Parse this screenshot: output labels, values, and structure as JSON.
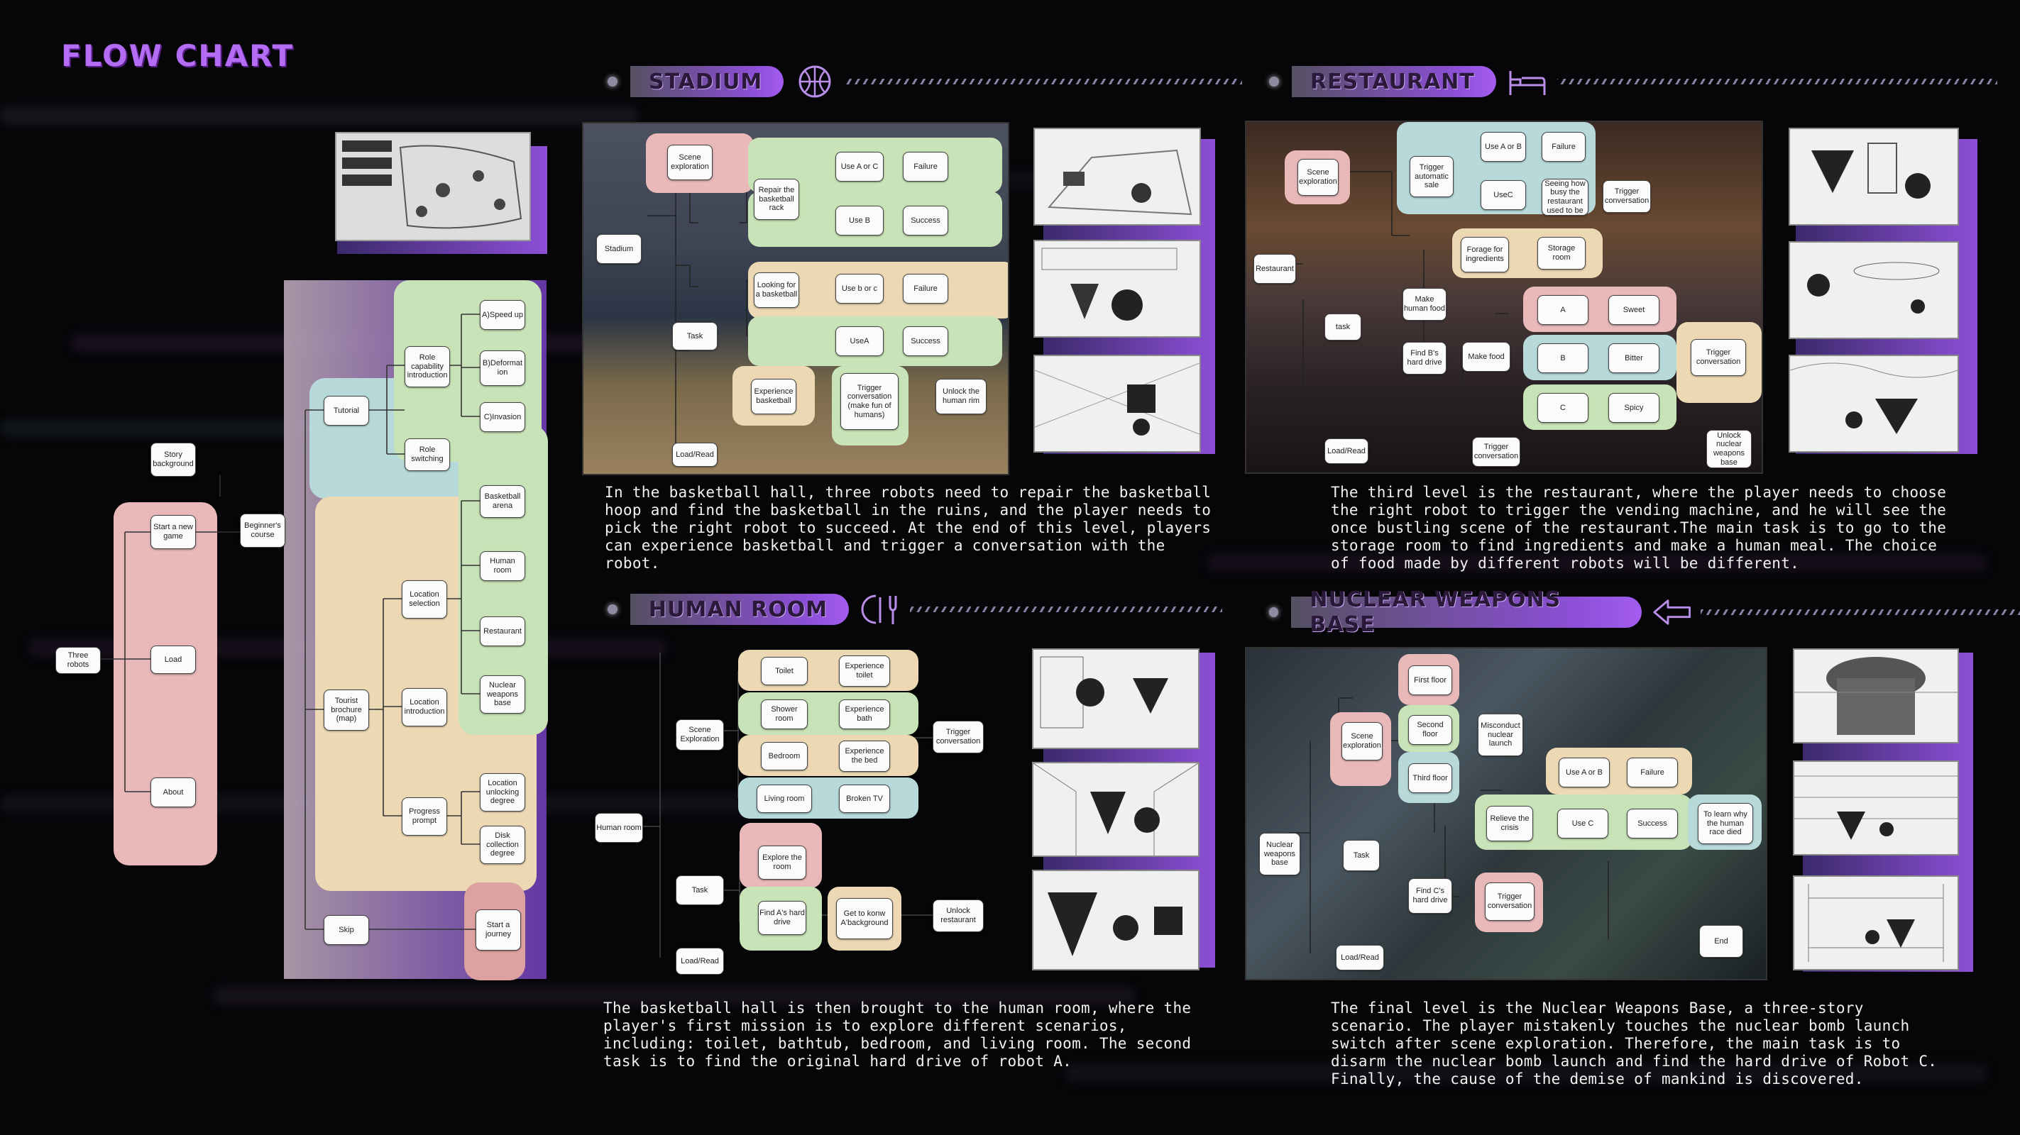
{
  "title": "FLOW CHART",
  "colors": {
    "accent": "#a35cf0",
    "pink": "#e9b8b8",
    "green": "#c8e3b7",
    "blue": "#b7d9da",
    "tan": "#ecd9b4"
  },
  "main_flow": {
    "three_robots": "Three robots",
    "story_background": "Story background",
    "start_new_game": "Start a new game",
    "load": "Load",
    "about": "About",
    "beginners_course": "Beginner's course",
    "tutorial": "Tutorial",
    "role_capability": "Role capability introduction",
    "role_switching": "Role switching",
    "a_speed_up": "A)Speed up",
    "b_deformation": "B)Deformat ion",
    "c_invasion": "C)Invasion",
    "tourist_brochure": "Tourist brochure (map)",
    "location_selection": "Location selection",
    "location_introduction": "Location introduction",
    "progress_prompt": "Progress prompt",
    "basketball_arena": "Basketball arena",
    "human_room": "Human room",
    "restaurant": "Restaurant",
    "nuclear_base": "Nuclear weapons base",
    "location_unlocking": "Location unlocking degree",
    "disk_collection": "Disk collection degree",
    "skip": "Skip",
    "start_journey": "Start a journey"
  },
  "stadium": {
    "header": "STADIUM",
    "icon": "basketball-icon",
    "nodes": {
      "scene": "Scene exploration",
      "stadium": "Stadium",
      "task": "Task",
      "load": "Load/Read",
      "repair": "Repair the basketball rack",
      "use_ac": "Use A or C",
      "failure1": "Failure",
      "use_b": "Use B",
      "success1": "Success",
      "looking": "Looking for a basketball",
      "use_bc": "Use b or c",
      "failure2": "Failure",
      "use_a": "UseA",
      "success2": "Success",
      "experience": "Experience basketball",
      "trigger": "Trigger conversation (make fun of humans)",
      "unlock": "Unlock the human rim"
    },
    "text": "In the basketball hall, three robots need to repair the basketball hoop and find the basketball in the ruins, and the player needs to pick the right robot to succeed. At the end of this level, players can experience basketball and trigger a conversation with the robot."
  },
  "restaurant": {
    "header": "RESTAURANT",
    "icon": "bed-icon",
    "nodes": {
      "scene": "Scene exploration",
      "restaurant": "Restaurant",
      "task": "task",
      "load": "Load/Read",
      "trigger_sale": "Trigger automatic sale",
      "use_ab": "Use A or B",
      "failure": "Failure",
      "use_c": "UseC",
      "seeing": "Seeing how busy the restaurant used to be",
      "trigger_conv1": "Trigger conversation",
      "forage": "Forage for ingredients",
      "storage": "Storage room",
      "make_human": "Make human food",
      "a": "A",
      "sweet": "Sweet",
      "find_b": "Find B's hard drive",
      "make_food": "Make food",
      "b": "B",
      "bitter": "Bitter",
      "trigger_conv2": "Trigger conversation",
      "c": "C",
      "spicy": "Spicy",
      "trigger_conv3": "Trigger conversation",
      "unlock": "Unlock nuclear weapons base"
    },
    "text": "The third level is the restaurant, where the player needs to choose the right robot to trigger the vending machine, and he will see the once bustling scene of the restaurant.The main task is to go to the storage room to find ingredients and make a human meal. The choice of food made by different robots will be different."
  },
  "human_room": {
    "header": "HUMAN ROOM",
    "icon": "cutlery-icon",
    "nodes": {
      "human_room": "Human room",
      "scene": "Scene Exploration",
      "task": "Task",
      "load": "Load/Read",
      "toilet": "Toilet",
      "exp_toilet": "Experience toilet",
      "shower": "Shower room",
      "exp_bath": "Experience bath",
      "bedroom": "Bedroom",
      "exp_bed": "Experience the bed",
      "living": "Living room",
      "broken_tv": "Broken TV",
      "trigger": "Trigger conversation",
      "explore": "Explore the room",
      "find_a": "Find A's hard drive",
      "get_know": "Get to konw A'background",
      "unlock": "Unlock restaurant"
    },
    "text": "The basketball hall is then brought to the human room, where the player's first mission is to explore different scenarios, including: toilet, bathtub, bedroom, and living room. The second task is to find the original hard drive of robot A."
  },
  "nuclear": {
    "header": "NUCLEAR WEAPONS BASE",
    "icon": "arrow-icon",
    "nodes": {
      "scene": "Scene exploration",
      "first": "First floor",
      "second": "Second floor",
      "third": "Third floor",
      "misconduct": "Misconduct nuclear launch",
      "base": "Nuclear weapons base",
      "task": "Task",
      "load": "Load/Read",
      "use_ab": "Use A or B",
      "failure": "Failure",
      "relieve": "Relieve the crisis",
      "use_c": "Use C",
      "success": "Success",
      "learn": "To learn why the human race died",
      "find_c": "Find C's hard drive",
      "trigger": "Trigger conversation",
      "end": "End"
    },
    "text": "The final level is the Nuclear Weapons Base, a three-story scenario. The player mistakenly touches the nuclear bomb launch switch after scene exploration. Therefore, the main task is to disarm the nuclear bomb launch and find the hard drive of Robot C. Finally, the cause of the demise of mankind is discovered."
  }
}
